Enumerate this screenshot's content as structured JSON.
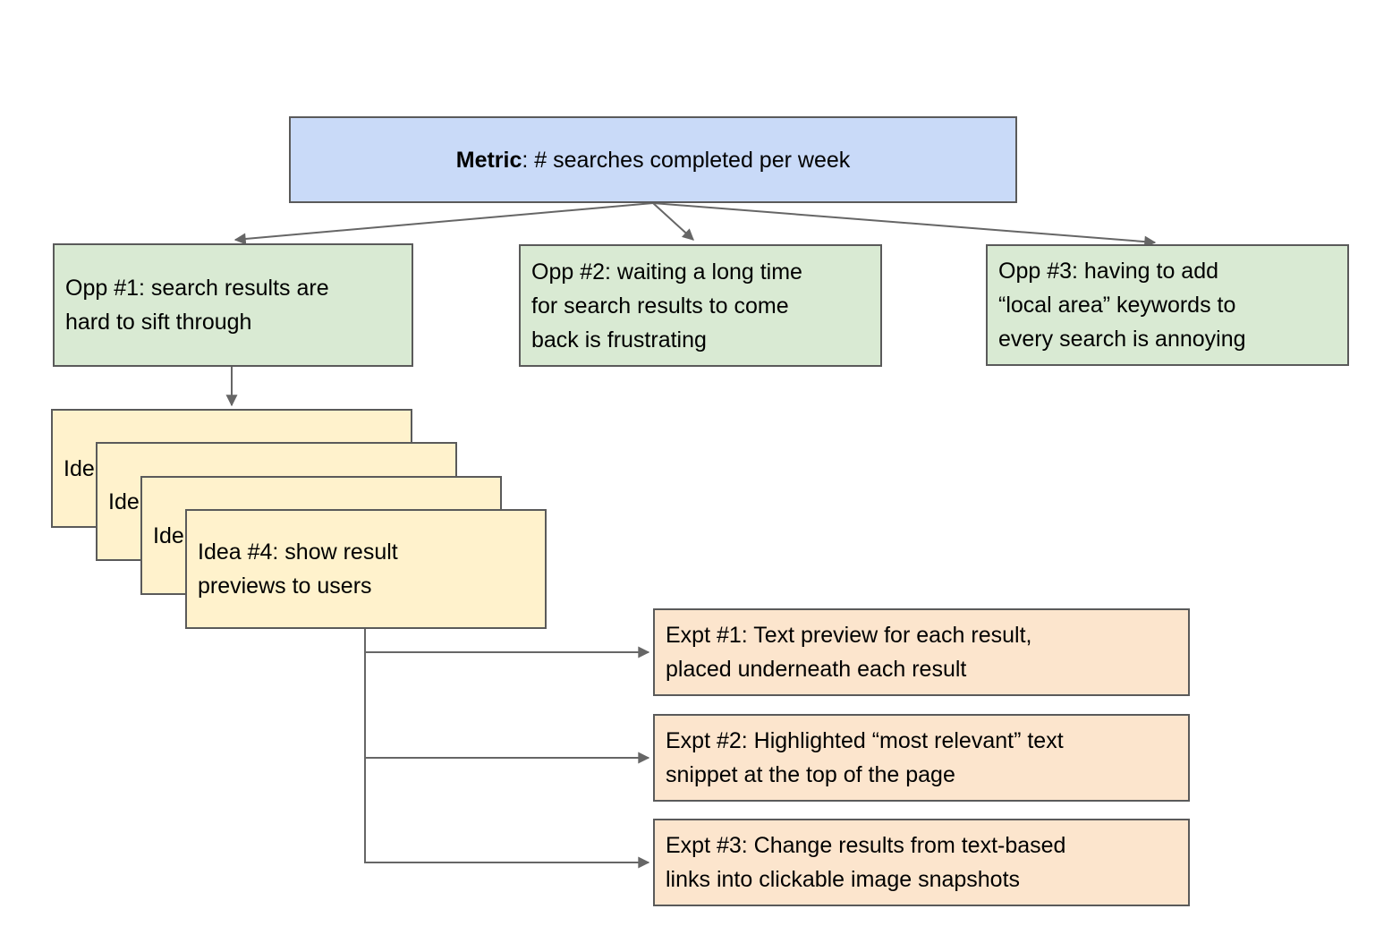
{
  "colors": {
    "metric_fill": "#c9daf8",
    "opportunity_fill": "#d9ead3",
    "idea_fill": "#fff2cc",
    "experiment_fill": "#fce5cd",
    "box_border": "#5a5a5a",
    "connector": "#666666",
    "text": "#000000",
    "background": "#ffffff"
  },
  "diagram": {
    "metric": {
      "name_bold": "Metric",
      "rest": ": # searches completed per week"
    },
    "opportunities": [
      {
        "label": "Opp #1: search results are\nhard to sift through"
      },
      {
        "label": "Opp #2: waiting a long time\nfor search results to come\nback is frustrating"
      },
      {
        "label": "Opp #3: having to add\n“local area” keywords to\nevery search is annoying"
      }
    ],
    "ideas": [
      {
        "label": "Ide"
      },
      {
        "label": "Ide"
      },
      {
        "label": "Ide"
      },
      {
        "label": "Idea #4: show result\npreviews to users"
      }
    ],
    "experiments": [
      {
        "label": "Expt #1: Text preview for each result,\nplaced underneath each result"
      },
      {
        "label": "Expt #2: Highlighted “most relevant” text\nsnippet at the top of the page"
      },
      {
        "label": "Expt #3: Change results from text-based\nlinks into clickable image snapshots"
      }
    ]
  }
}
